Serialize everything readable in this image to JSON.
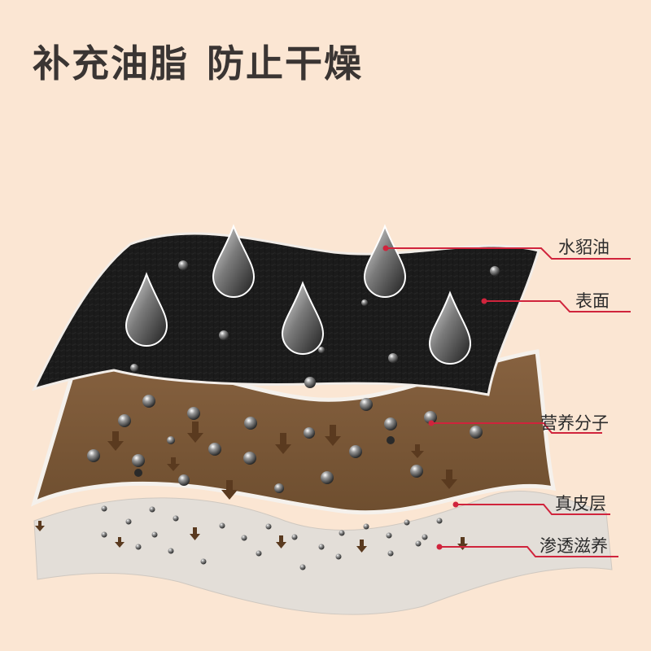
{
  "headline": {
    "part1": "补充油脂",
    "part2": "防止干燥"
  },
  "callouts": [
    {
      "id": "mink-oil",
      "label": "水貂油"
    },
    {
      "id": "surface",
      "label": "表面"
    },
    {
      "id": "nutrients",
      "label": "营养分子"
    },
    {
      "id": "dermis",
      "label": "真皮层"
    },
    {
      "id": "penetrate",
      "label": "渗透滋养"
    }
  ],
  "colors": {
    "background": "#fbe6d3",
    "leather_top": "#1c1c1c",
    "dermis_layer": "#7a5836",
    "base_layer": "#e2ddd7",
    "callout_line": "#d0243c",
    "arrow": "#5a3a1f"
  }
}
